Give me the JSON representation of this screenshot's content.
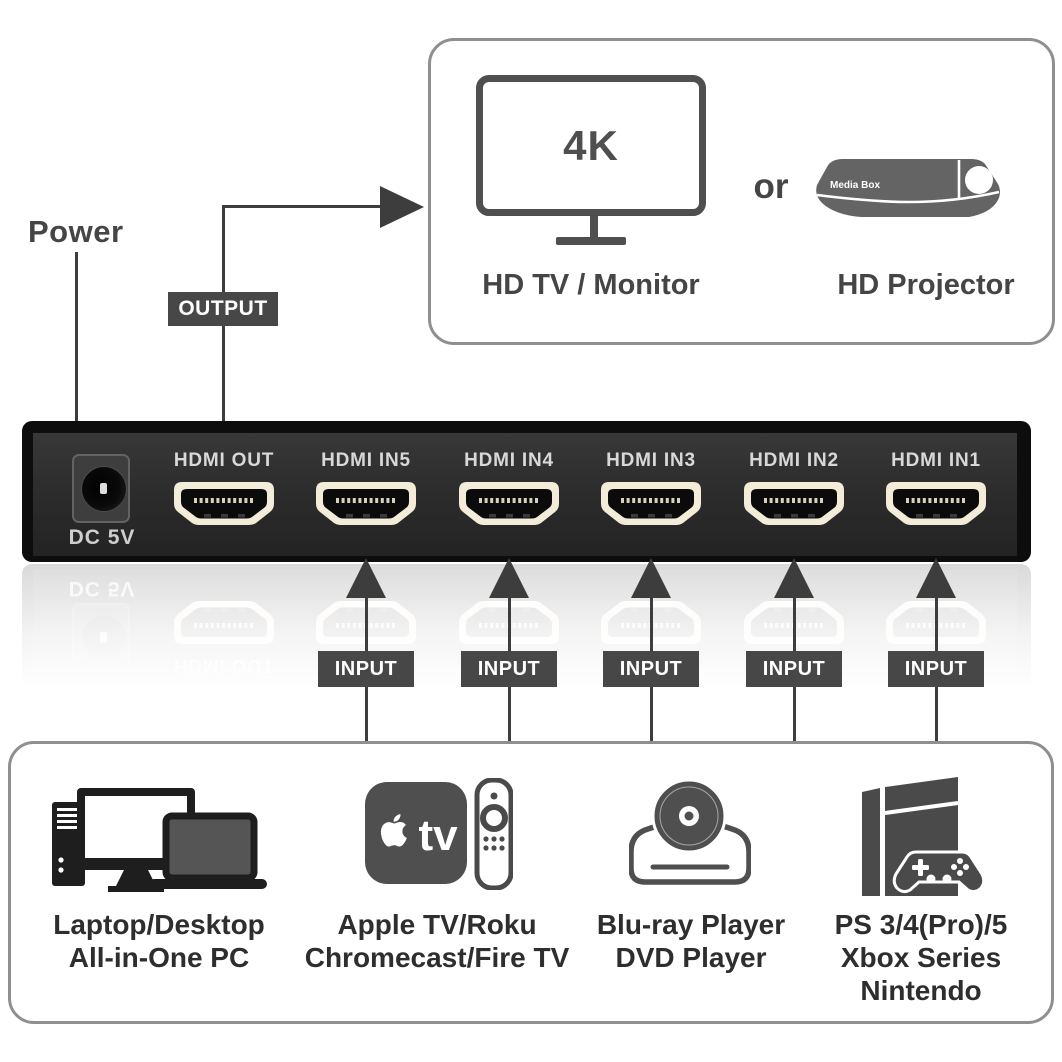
{
  "power_label": "Power",
  "output_label": "OUTPUT",
  "input_label": "INPUT",
  "top_box": {
    "tv_screen_text": "4K",
    "tv_caption": "HD TV / Monitor",
    "or_text": "or",
    "projector_badge": "Media Box",
    "projector_caption": "HD Projector"
  },
  "device": {
    "dc_label": "DC 5V",
    "ports": [
      {
        "label": "HDMI OUT"
      },
      {
        "label": "HDMI IN5"
      },
      {
        "label": "HDMI IN4"
      },
      {
        "label": "HDMI IN3"
      },
      {
        "label": "HDMI IN2"
      },
      {
        "label": "HDMI IN1"
      }
    ]
  },
  "sources": [
    {
      "lines": [
        "Laptop/Desktop",
        "All-in-One PC"
      ]
    },
    {
      "badge": "tv",
      "lines": [
        "Apple TV/Roku",
        "Chromecast/Fire TV"
      ]
    },
    {
      "lines": [
        "Blu-ray Player",
        "DVD Player"
      ]
    },
    {
      "lines": [
        "PS 3/4(Pro)/5",
        "Xbox Series",
        "Nintendo"
      ]
    }
  ],
  "colors": {
    "accent": "#3d3d3d",
    "badge_bg": "#474747",
    "device_face": "#2d2d2d",
    "port_ivory": "#f2ecd8",
    "box_border": "#8f8f8f"
  }
}
